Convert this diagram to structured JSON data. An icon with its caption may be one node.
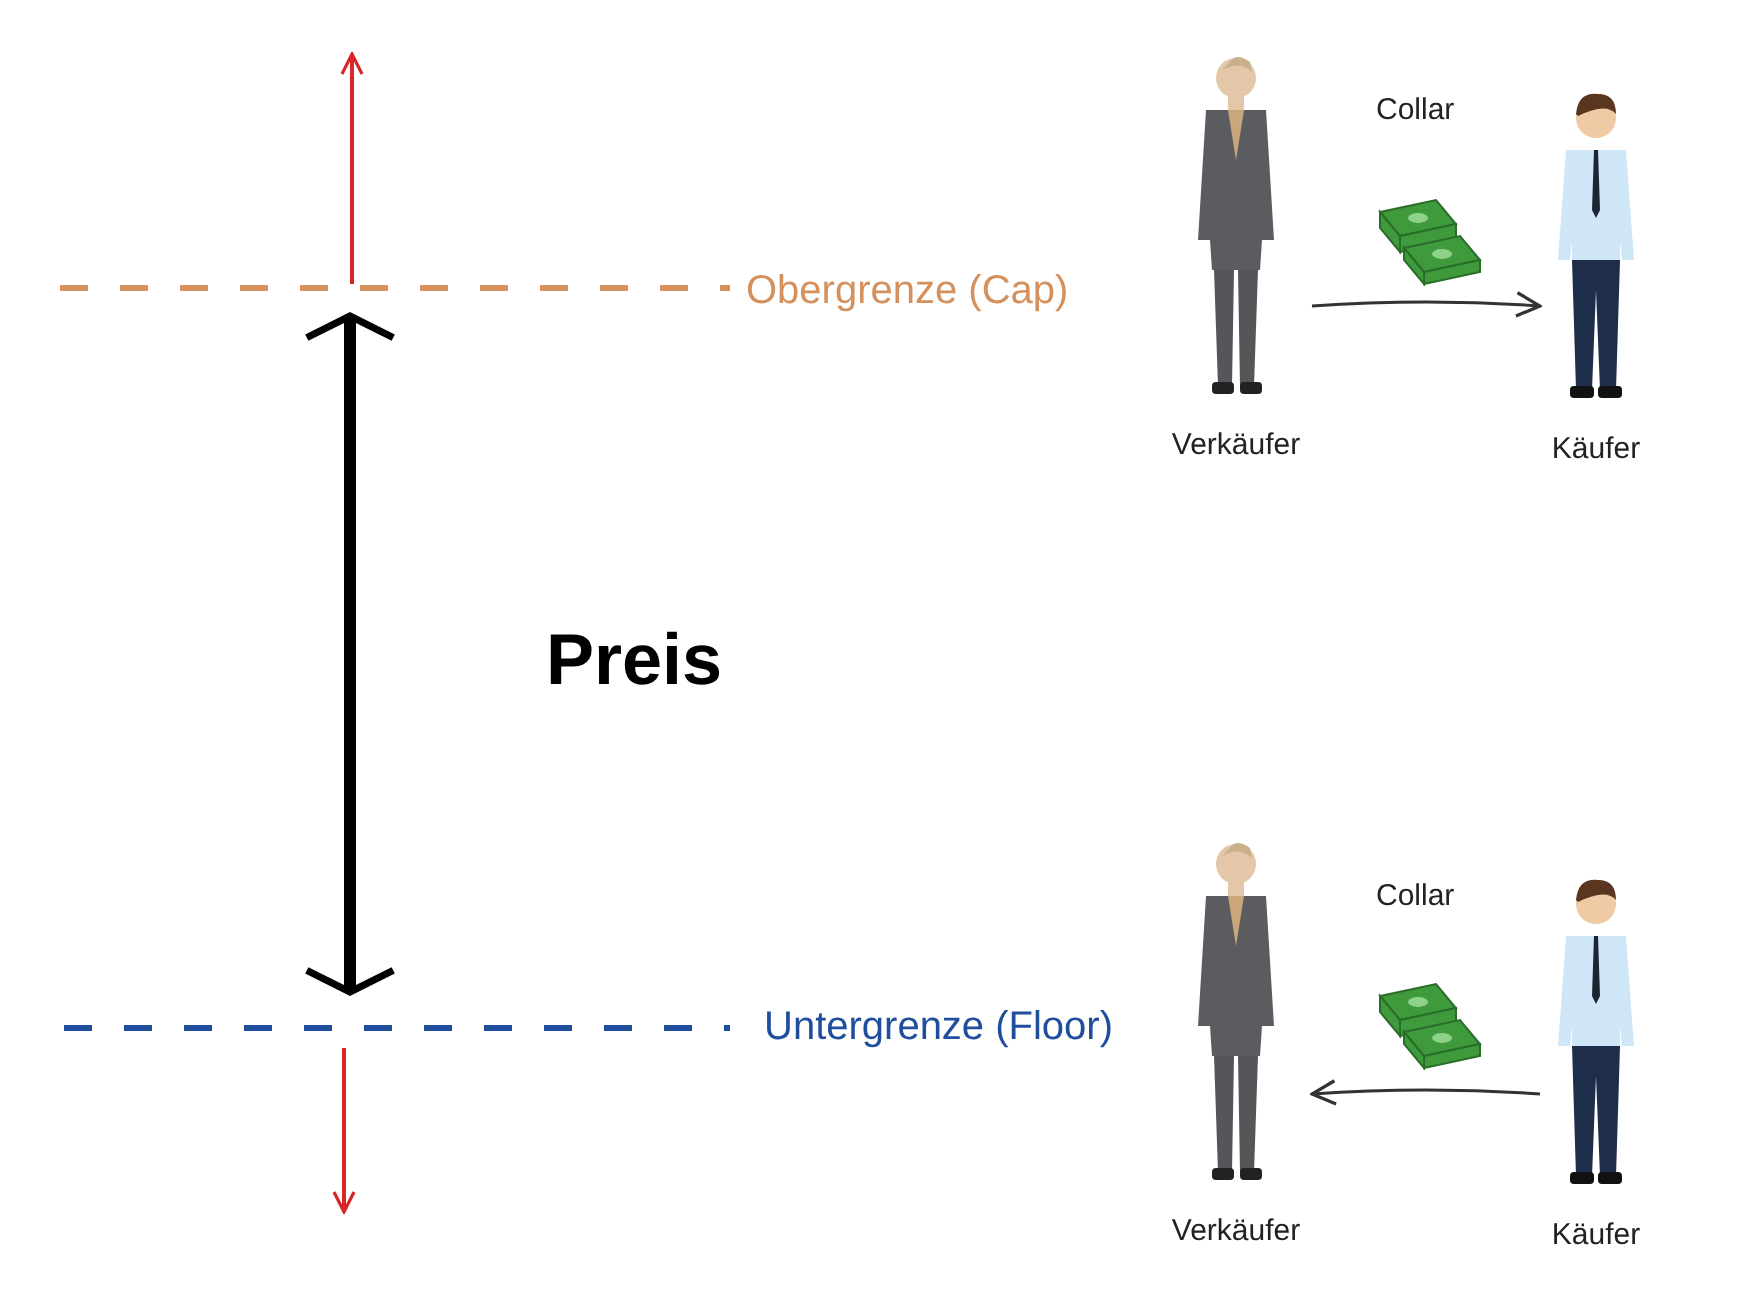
{
  "diagram": {
    "nodes": [
      {
        "text": [
          "Verkäufer"
        ]
      },
      {
        "text": [
          "Käufer"
        ]
      },
      {
        "text": [
          "Verkäufer"
        ]
      },
      {
        "text": [
          "Käufer"
        ]
      }
    ],
    "edges": [
      {
        "from": 0,
        "to": 1,
        "arrow": "to"
      },
      {
        "from": 3,
        "to": 2,
        "arrow": "to"
      }
    ],
    "labels": [
      "Collar",
      "Obergrenze (Cap)",
      "Preis",
      "Collar",
      "Untergrenze (Floor)"
    ]
  }
}
